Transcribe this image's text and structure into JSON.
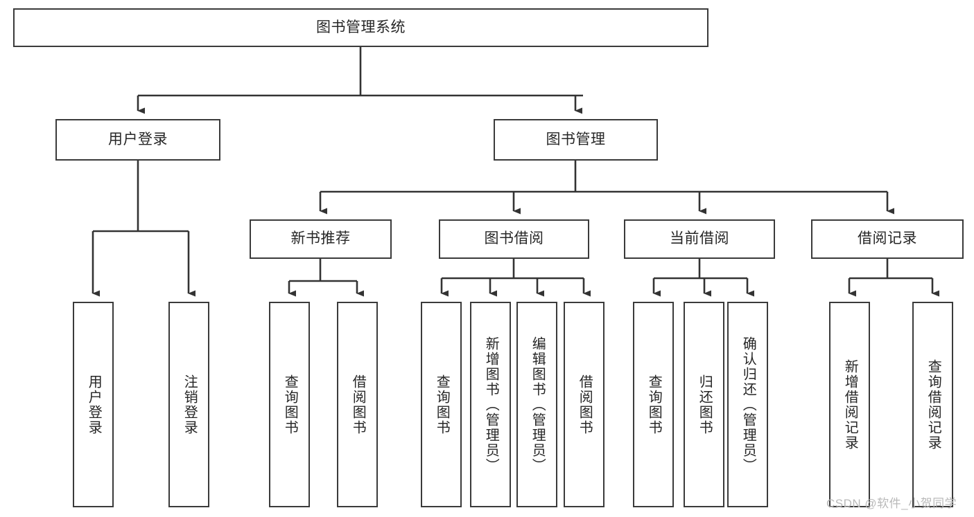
{
  "diagram": {
    "type": "tree-hierarchy",
    "title": "图书管理系统",
    "watermark": "CSDN @软件_小贺同学",
    "colors": {
      "background": "#ffffff",
      "box_border": "#3a3a3a",
      "connector": "#333333",
      "text": "#262626",
      "watermark": "#b9b9b9"
    },
    "nodes": {
      "root": {
        "label": "图书管理系统",
        "level": 1,
        "orientation": "horizontal"
      },
      "user_login": {
        "label": "用户登录",
        "level": 2,
        "orientation": "horizontal"
      },
      "book_manage": {
        "label": "图书管理",
        "level": 2,
        "orientation": "horizontal"
      },
      "new_book_rec": {
        "label": "新书推荐",
        "level": 3,
        "orientation": "horizontal"
      },
      "book_borrow": {
        "label": "图书借阅",
        "level": 3,
        "orientation": "horizontal"
      },
      "current_borrow": {
        "label": "当前借阅",
        "level": 3,
        "orientation": "horizontal"
      },
      "borrow_record": {
        "label": "借阅记录",
        "level": 3,
        "orientation": "horizontal"
      },
      "leaf_user_login": {
        "label": "用户登录",
        "level": 4,
        "orientation": "vertical"
      },
      "leaf_logout": {
        "label": "注销登录",
        "level": 4,
        "orientation": "vertical"
      },
      "leaf_query_book_1": {
        "label": "查询图书",
        "level": 4,
        "orientation": "vertical"
      },
      "leaf_borrow_book_1": {
        "label": "借阅图书",
        "level": 4,
        "orientation": "vertical"
      },
      "leaf_query_book_2": {
        "label": "查询图书",
        "level": 4,
        "orientation": "vertical"
      },
      "leaf_add_book": {
        "label": "新增图书（管理员）",
        "level": 4,
        "orientation": "vertical"
      },
      "leaf_edit_book": {
        "label": "编辑图书（管理员）",
        "level": 4,
        "orientation": "vertical"
      },
      "leaf_borrow_book_2": {
        "label": "借阅图书",
        "level": 4,
        "orientation": "vertical"
      },
      "leaf_query_book_3": {
        "label": "查询图书",
        "level": 4,
        "orientation": "vertical"
      },
      "leaf_return_book": {
        "label": "归还图书",
        "level": 4,
        "orientation": "vertical"
      },
      "leaf_confirm_return": {
        "label": "确认归还（管理员）",
        "level": 4,
        "orientation": "vertical"
      },
      "leaf_add_record": {
        "label": "新增借阅记录",
        "level": 4,
        "orientation": "vertical"
      },
      "leaf_query_record": {
        "label": "查询借阅记录",
        "level": 4,
        "orientation": "vertical"
      }
    },
    "edges": [
      {
        "from": "root",
        "to": "user_login"
      },
      {
        "from": "root",
        "to": "book_manage"
      },
      {
        "from": "user_login",
        "to": "leaf_user_login"
      },
      {
        "from": "user_login",
        "to": "leaf_logout"
      },
      {
        "from": "book_manage",
        "to": "new_book_rec"
      },
      {
        "from": "book_manage",
        "to": "book_borrow"
      },
      {
        "from": "book_manage",
        "to": "current_borrow"
      },
      {
        "from": "book_manage",
        "to": "borrow_record"
      },
      {
        "from": "new_book_rec",
        "to": "leaf_query_book_1"
      },
      {
        "from": "new_book_rec",
        "to": "leaf_borrow_book_1"
      },
      {
        "from": "book_borrow",
        "to": "leaf_query_book_2"
      },
      {
        "from": "book_borrow",
        "to": "leaf_add_book"
      },
      {
        "from": "book_borrow",
        "to": "leaf_edit_book"
      },
      {
        "from": "book_borrow",
        "to": "leaf_borrow_book_2"
      },
      {
        "from": "current_borrow",
        "to": "leaf_query_book_3"
      },
      {
        "from": "current_borrow",
        "to": "leaf_return_book"
      },
      {
        "from": "current_borrow",
        "to": "leaf_confirm_return"
      },
      {
        "from": "borrow_record",
        "to": "leaf_add_record"
      },
      {
        "from": "borrow_record",
        "to": "leaf_query_record"
      }
    ]
  }
}
